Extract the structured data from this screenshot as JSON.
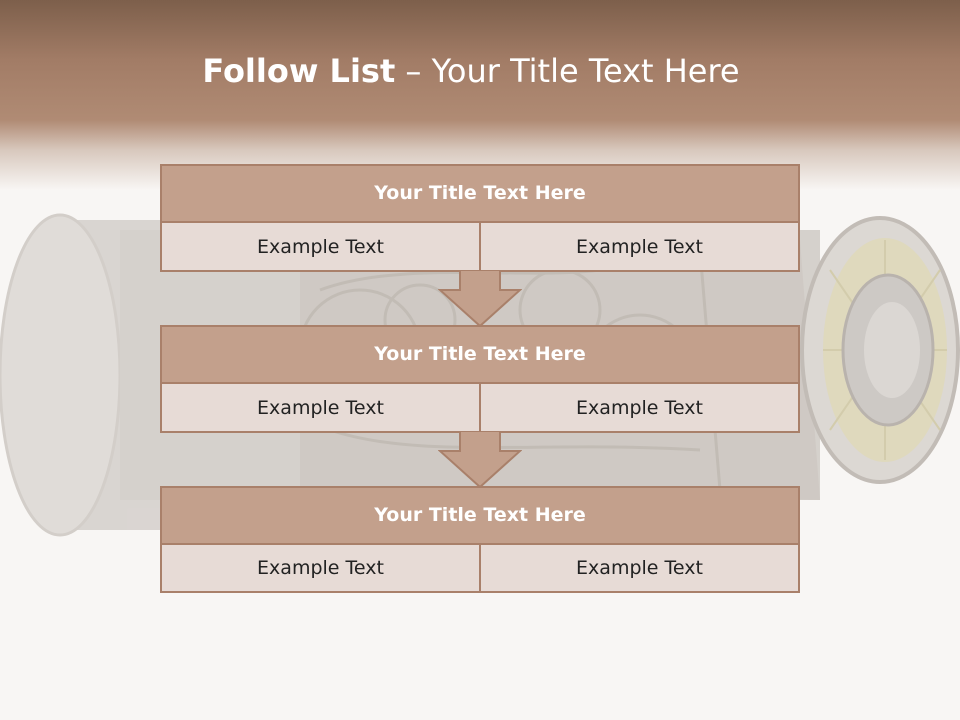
{
  "slide": {
    "title_bold": "Follow List",
    "title_rest": " – Your Title Text Here"
  },
  "blocks": [
    {
      "title": "Your Title Text Here",
      "left": "Example Text",
      "right": "Example Text"
    },
    {
      "title": "Your Title Text Here",
      "left": "Example Text",
      "right": "Example Text"
    },
    {
      "title": "Your Title Text Here",
      "left": "Example Text",
      "right": "Example Text"
    }
  ],
  "colors": {
    "header": "#a27c66",
    "block_border": "#a9806a",
    "block_title_bg": "#c3a08c",
    "block_cell_bg": "#e7dbd6"
  },
  "icons": [
    "down-arrow-icon",
    "jet-engine-illustration"
  ]
}
